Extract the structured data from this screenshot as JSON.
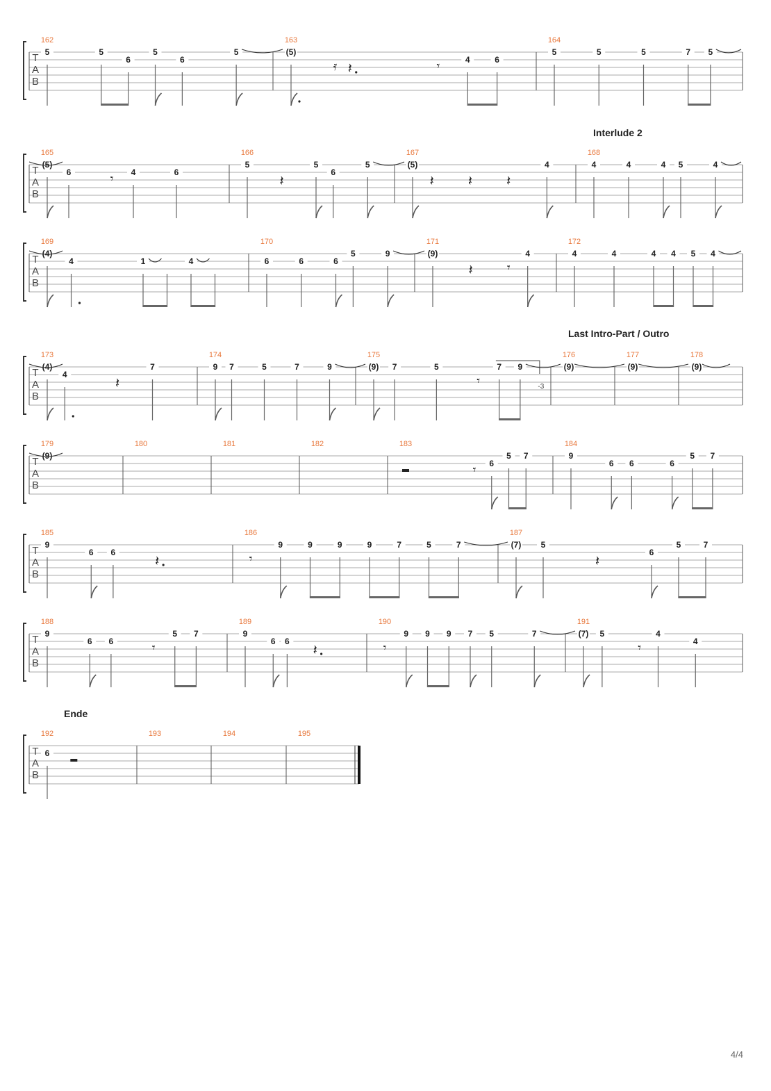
{
  "page": {
    "number": "4/4"
  },
  "colors": {
    "measure_number": "#e8773b",
    "ink": "#222222",
    "staff_line": "#aaaaaa",
    "stem": "#666666"
  },
  "section_labels": [
    "Interlude 2",
    "Last Intro-Part / Outro",
    "Ende"
  ],
  "tab_clef": [
    "T",
    "A",
    "B"
  ],
  "triplet_label": "-3",
  "systems": [
    {
      "measures": [
        {
          "number": "162",
          "events": [
            {
              "fret": "5",
              "string": 1,
              "dur": "q"
            },
            {
              "fret": "5",
              "string": 1,
              "dur": "8",
              "beam": "a"
            },
            {
              "fret": "6",
              "string": 2,
              "dur": "8",
              "beam": "a"
            },
            {
              "fret": "5",
              "string": 1,
              "dur": "8"
            },
            {
              "fret": "6",
              "string": 2,
              "dur": "q"
            },
            {
              "fret": "5",
              "string": 1,
              "dur": "8",
              "tie": true
            }
          ]
        },
        {
          "number": "163",
          "events": [
            {
              "fret": "(5)",
              "string": 1,
              "dur": "8d"
            },
            {
              "rest": "16"
            },
            {
              "rest": "qd"
            },
            {
              "rest": "8"
            },
            {
              "fret": "4",
              "string": 2,
              "dur": "8",
              "beam": "a"
            },
            {
              "fret": "6",
              "string": 2,
              "dur": "8",
              "beam": "a"
            }
          ]
        },
        {
          "number": "164",
          "events": [
            {
              "fret": "5",
              "string": 1,
              "dur": "q"
            },
            {
              "fret": "5",
              "string": 1,
              "dur": "q"
            },
            {
              "fret": "5",
              "string": 1,
              "dur": "q"
            },
            {
              "fret": "7",
              "string": 1,
              "dur": "8",
              "beam": "a"
            },
            {
              "fret": "5",
              "string": 1,
              "dur": "8",
              "beam": "a",
              "tie": true
            }
          ]
        }
      ]
    },
    {
      "measures": [
        {
          "number": "165",
          "events": [
            {
              "fret": "(5)",
              "string": 1,
              "dur": "8"
            },
            {
              "fret": "6",
              "string": 2,
              "dur": "q"
            },
            {
              "rest": "8"
            },
            {
              "fret": "4",
              "string": 2,
              "dur": "q"
            },
            {
              "fret": "6",
              "string": 2,
              "dur": "q"
            }
          ]
        },
        {
          "number": "166",
          "events": [
            {
              "fret": "5",
              "string": 1,
              "dur": "q"
            },
            {
              "rest": "q"
            },
            {
              "fret": "5",
              "string": 1,
              "dur": "8"
            },
            {
              "fret": "6",
              "string": 2,
              "dur": "q"
            },
            {
              "fret": "5",
              "string": 1,
              "dur": "8",
              "tie": true
            }
          ]
        },
        {
          "number": "167",
          "events": [
            {
              "fret": "(5)",
              "string": 1,
              "dur": "8"
            },
            {
              "rest": "q"
            },
            {
              "rest": "q"
            },
            {
              "rest": "q"
            },
            {
              "fret": "4",
              "string": 1,
              "dur": "8"
            }
          ]
        },
        {
          "number": "168",
          "label": "Interlude 2",
          "events": [
            {
              "fret": "4",
              "string": 1,
              "dur": "q"
            },
            {
              "fret": "4",
              "string": 1,
              "dur": "q"
            },
            {
              "fret": "4",
              "string": 1,
              "dur": "8"
            },
            {
              "fret": "5",
              "string": 1,
              "dur": "q"
            },
            {
              "fret": "4",
              "string": 1,
              "dur": "8",
              "tie": true
            }
          ]
        }
      ]
    },
    {
      "measures": [
        {
          "number": "169",
          "events": [
            {
              "fret": "(4)",
              "string": 1,
              "dur": "8"
            },
            {
              "fret": "4",
              "string": 2,
              "dur": "qd"
            },
            {
              "fret": "1",
              "string": 2,
              "dur": "8",
              "beam": "a",
              "tie": true
            },
            {
              "fret": "",
              "string": 2,
              "dur": "8",
              "beam": "a"
            },
            {
              "fret": "4",
              "string": 2,
              "dur": "8",
              "beam": "b",
              "tie": true
            },
            {
              "fret": "",
              "string": 2,
              "dur": "8",
              "beam": "b"
            }
          ]
        },
        {
          "number": "170",
          "events": [
            {
              "fret": "6",
              "string": 2,
              "dur": "q"
            },
            {
              "fret": "6",
              "string": 2,
              "dur": "q"
            },
            {
              "fret": "6",
              "string": 2,
              "dur": "8"
            },
            {
              "fret": "5",
              "string": 1,
              "dur": "q"
            },
            {
              "fret": "9",
              "string": 1,
              "dur": "8",
              "tie": true
            }
          ]
        },
        {
          "number": "171",
          "events": [
            {
              "fret": "(9)",
              "string": 1,
              "dur": "q"
            },
            {
              "rest": "q"
            },
            {
              "rest": "8"
            },
            {
              "fret": "4",
              "string": 1,
              "dur": "8"
            }
          ]
        },
        {
          "number": "172",
          "events": [
            {
              "fret": "4",
              "string": 1,
              "dur": "q"
            },
            {
              "fret": "4",
              "string": 1,
              "dur": "q"
            },
            {
              "fret": "4",
              "string": 1,
              "dur": "8",
              "beam": "a"
            },
            {
              "fret": "4",
              "string": 1,
              "dur": "8",
              "beam": "a"
            },
            {
              "fret": "5",
              "string": 1,
              "dur": "8",
              "beam": "b"
            },
            {
              "fret": "4",
              "string": 1,
              "dur": "8",
              "beam": "b",
              "tie": true
            }
          ]
        }
      ]
    },
    {
      "measures": [
        {
          "number": "173",
          "events": [
            {
              "fret": "(4)",
              "string": 1,
              "dur": "8"
            },
            {
              "fret": "4",
              "string": 2,
              "dur": "qd"
            },
            {
              "rest": "q"
            },
            {
              "fret": "7",
              "string": 1,
              "dur": "q"
            }
          ]
        },
        {
          "number": "174",
          "events": [
            {
              "fret": "9",
              "string": 1,
              "dur": "8"
            },
            {
              "fret": "7",
              "string": 1,
              "dur": "q"
            },
            {
              "fret": "5",
              "string": 1,
              "dur": "q"
            },
            {
              "fret": "7",
              "string": 1,
              "dur": "q"
            },
            {
              "fret": "9",
              "string": 1,
              "dur": "8",
              "tie": true
            }
          ]
        },
        {
          "number": "175",
          "events": [
            {
              "fret": "(9)",
              "string": 1,
              "dur": "8"
            },
            {
              "fret": "7",
              "string": 1,
              "dur": "q"
            },
            {
              "fret": "5",
              "string": 1,
              "dur": "q"
            },
            {
              "rest": "8"
            },
            {
              "fret": "7",
              "string": 1,
              "dur": "8",
              "beam": "a"
            },
            {
              "fret": "9",
              "string": 1,
              "dur": "8",
              "beam": "a",
              "tie": true,
              "triplet": true
            }
          ]
        },
        {
          "number": "176",
          "label": "Last Intro-Part / Outro",
          "events": [
            {
              "fret": "(9)",
              "string": 1,
              "dur": "w",
              "tie": true,
              "nostem": true
            }
          ]
        },
        {
          "number": "177",
          "events": [
            {
              "fret": "(9)",
              "string": 1,
              "dur": "w",
              "tie": true,
              "nostem": true
            }
          ]
        },
        {
          "number": "178",
          "events": [
            {
              "fret": "(9)",
              "string": 1,
              "dur": "w",
              "tie": true,
              "nostem": true
            }
          ]
        }
      ]
    },
    {
      "measures": [
        {
          "number": "179",
          "events": [
            {
              "fret": "(9)",
              "string": 1,
              "dur": "w",
              "nostem": true
            }
          ]
        },
        {
          "number": "180",
          "events": []
        },
        {
          "number": "181",
          "events": []
        },
        {
          "number": "182",
          "events": []
        },
        {
          "number": "183",
          "events": [
            {
              "rest": "h"
            },
            {
              "rest": "8"
            },
            {
              "fret": "6",
              "string": 2,
              "dur": "8"
            },
            {
              "fret": "5",
              "string": 1,
              "dur": "8",
              "beam": "a"
            },
            {
              "fret": "7",
              "string": 1,
              "dur": "8",
              "beam": "a"
            }
          ]
        },
        {
          "number": "184",
          "events": [
            {
              "fret": "9",
              "string": 1,
              "dur": "q"
            },
            {
              "fret": "6",
              "string": 2,
              "dur": "8"
            },
            {
              "fret": "6",
              "string": 2,
              "dur": "q"
            },
            {
              "fret": "6",
              "string": 2,
              "dur": "8"
            },
            {
              "fret": "5",
              "string": 1,
              "dur": "8",
              "beam": "a"
            },
            {
              "fret": "7",
              "string": 1,
              "dur": "8",
              "beam": "a"
            }
          ]
        }
      ]
    },
    {
      "measures": [
        {
          "number": "185",
          "events": [
            {
              "fret": "9",
              "string": 1,
              "dur": "q"
            },
            {
              "fret": "6",
              "string": 2,
              "dur": "8"
            },
            {
              "fret": "6",
              "string": 2,
              "dur": "q"
            },
            {
              "rest": "qd"
            }
          ]
        },
        {
          "number": "186",
          "events": [
            {
              "rest": "8"
            },
            {
              "fret": "9",
              "string": 1,
              "dur": "8"
            },
            {
              "fret": "9",
              "string": 1,
              "dur": "8",
              "beam": "a"
            },
            {
              "fret": "9",
              "string": 1,
              "dur": "8",
              "beam": "a"
            },
            {
              "fret": "9",
              "string": 1,
              "dur": "8",
              "beam": "b"
            },
            {
              "fret": "7",
              "string": 1,
              "dur": "8",
              "beam": "b"
            },
            {
              "fret": "5",
              "string": 1,
              "dur": "8",
              "beam": "c"
            },
            {
              "fret": "7",
              "string": 1,
              "dur": "8",
              "beam": "c",
              "tie": true
            }
          ]
        },
        {
          "number": "187",
          "events": [
            {
              "fret": "(7)",
              "string": 1,
              "dur": "8"
            },
            {
              "fret": "5",
              "string": 1,
              "dur": "q"
            },
            {
              "rest": "q"
            },
            {
              "fret": "6",
              "string": 2,
              "dur": "8"
            },
            {
              "fret": "5",
              "string": 1,
              "dur": "8",
              "beam": "a"
            },
            {
              "fret": "7",
              "string": 1,
              "dur": "8",
              "beam": "a"
            }
          ]
        }
      ]
    },
    {
      "measures": [
        {
          "number": "188",
          "events": [
            {
              "fret": "9",
              "string": 1,
              "dur": "q"
            },
            {
              "fret": "6",
              "string": 2,
              "dur": "8"
            },
            {
              "fret": "6",
              "string": 2,
              "dur": "q"
            },
            {
              "rest": "8"
            },
            {
              "fret": "5",
              "string": 1,
              "dur": "8",
              "beam": "a"
            },
            {
              "fret": "7",
              "string": 1,
              "dur": "8",
              "beam": "a"
            }
          ]
        },
        {
          "number": "189",
          "events": [
            {
              "fret": "9",
              "string": 1,
              "dur": "q"
            },
            {
              "fret": "6",
              "string": 2,
              "dur": "8"
            },
            {
              "fret": "6",
              "string": 2,
              "dur": "q"
            },
            {
              "rest": "qd"
            }
          ]
        },
        {
          "number": "190",
          "events": [
            {
              "rest": "8"
            },
            {
              "fret": "9",
              "string": 1,
              "dur": "8"
            },
            {
              "fret": "9",
              "string": 1,
              "dur": "8",
              "beam": "a"
            },
            {
              "fret": "9",
              "string": 1,
              "dur": "8",
              "beam": "a"
            },
            {
              "fret": "7",
              "string": 1,
              "dur": "8"
            },
            {
              "fret": "5",
              "string": 1,
              "dur": "q"
            },
            {
              "fret": "7",
              "string": 1,
              "dur": "8",
              "tie": true
            }
          ]
        },
        {
          "number": "191",
          "events": [
            {
              "fret": "(7)",
              "string": 1,
              "dur": "8"
            },
            {
              "fret": "5",
              "string": 1,
              "dur": "q"
            },
            {
              "rest": "8"
            },
            {
              "fret": "4",
              "string": 1,
              "dur": "q"
            },
            {
              "fret": "4",
              "string": 2,
              "dur": "q"
            }
          ]
        }
      ]
    },
    {
      "final": true,
      "measures": [
        {
          "number": "192",
          "label": "Ende",
          "events": [
            {
              "fret": "6",
              "string": 2,
              "dur": "q"
            },
            {
              "rest": "h"
            }
          ]
        },
        {
          "number": "193",
          "events": []
        },
        {
          "number": "194",
          "events": []
        },
        {
          "number": "195",
          "events": []
        }
      ]
    }
  ]
}
